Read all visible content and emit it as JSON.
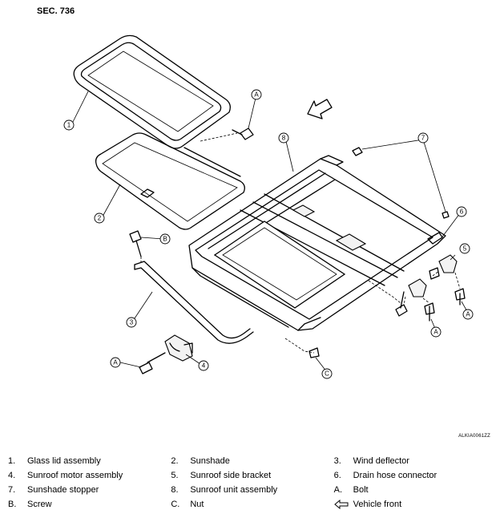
{
  "section": "SEC. 736",
  "figure_code": "ALKIA0061ZZ",
  "callouts": [
    "1",
    "2",
    "3",
    "4",
    "5",
    "6",
    "7",
    "8",
    "A",
    "B",
    "C"
  ],
  "legend": [
    [
      {
        "key": "1.",
        "desc": "Glass lid assembly"
      },
      {
        "key": "2.",
        "desc": "Sunshade"
      },
      {
        "key": "3.",
        "desc": "Wind deflector"
      }
    ],
    [
      {
        "key": "4.",
        "desc": "Sunroof motor assembly"
      },
      {
        "key": "5.",
        "desc": "Sunroof side bracket"
      },
      {
        "key": "6.",
        "desc": "Drain hose connector"
      }
    ],
    [
      {
        "key": "7.",
        "desc": "Sunshade stopper"
      },
      {
        "key": "8.",
        "desc": "Sunroof unit assembly"
      },
      {
        "key": "A.",
        "desc": "Bolt"
      }
    ],
    [
      {
        "key": "B.",
        "desc": "Screw"
      },
      {
        "key": "C.",
        "desc": "Nut"
      },
      {
        "key": "arrow-left-icon",
        "desc": "Vehicle front"
      }
    ]
  ]
}
